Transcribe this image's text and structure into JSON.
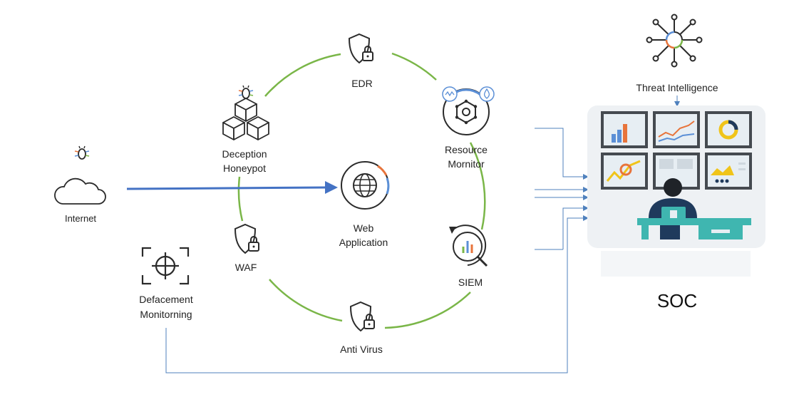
{
  "nodes": {
    "edr": "EDR",
    "resource_monitor": [
      "Resource",
      "Mornitor"
    ],
    "deception": [
      "Deception",
      "Honeypot"
    ],
    "internet": "Internet",
    "web_app": [
      "Web",
      "Application"
    ],
    "waf": "WAF",
    "defacement": [
      "Defacement",
      "Monitorning"
    ],
    "siem": "SIEM",
    "antivirus": "Anti Virus",
    "threat_intel": "Threat Intelligence",
    "soc": "SOC"
  },
  "colors": {
    "ring": "#7ab648",
    "arrow_main": "#4472c4",
    "connector": "#4f81bd",
    "icon_stroke": "#2b2b2b",
    "accent_blue": "#5b8fd6",
    "accent_orange": "#e8743b",
    "accent_green": "#7ab648",
    "screen_bg": "#eef1f4",
    "desk": "#3fb6b0",
    "person_shirt": "#1f3a5c"
  }
}
